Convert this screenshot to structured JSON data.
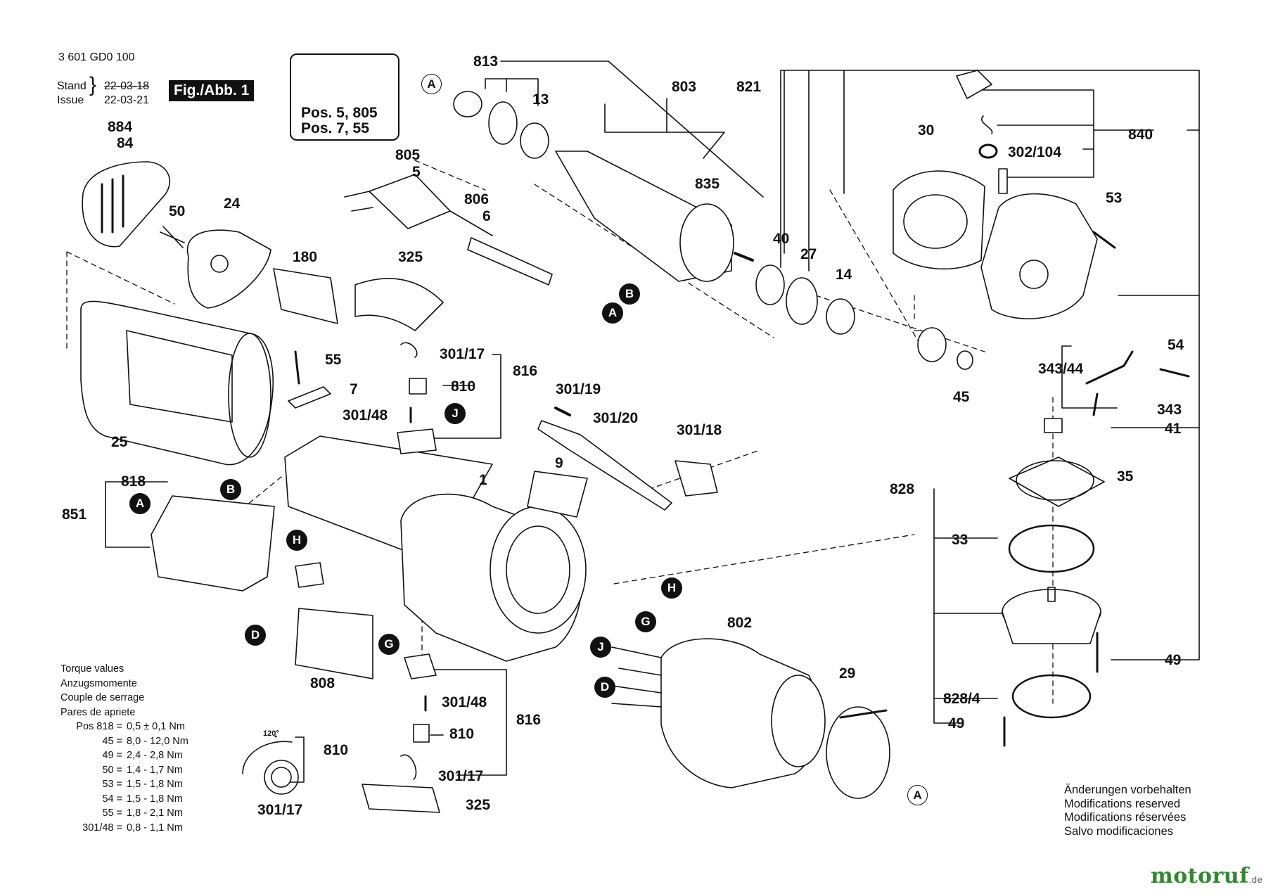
{
  "header": {
    "doc_number": "3 601 GD0 100",
    "stand_label": "Stand",
    "issue_label": "Issue",
    "stand_date": "22-03-18",
    "issue_date": "22-03-21",
    "figure_label": "Fig./Abb. 1"
  },
  "warning_box": {
    "line1": "Pos. 5, 805",
    "line2": "Pos. 7, 55",
    "icons": [
      "warning-triangle-icon",
      "read-manual-icon"
    ]
  },
  "callouts": {
    "c813": "813",
    "c803": "803",
    "c821": "821",
    "c13": "13",
    "c835": "835",
    "c805": "805",
    "c5": "5",
    "c806": "806",
    "c6": "6",
    "c884": "884",
    "c84": "84",
    "c50": "50",
    "c24": "24",
    "c180": "180",
    "c325a": "325",
    "c40": "40",
    "c27": "27",
    "c14": "14",
    "c30": "30",
    "c840": "840",
    "c302_104": "302/104",
    "c53": "53",
    "c55": "55",
    "c7": "7",
    "c301_17a": "301/17",
    "c816a": "816",
    "c810a": "810",
    "c301_48a": "301/48",
    "c301_19": "301/19",
    "c301_20": "301/20",
    "c301_18": "301/18",
    "c25": "25",
    "c1": "1",
    "c9": "9",
    "c818": "818",
    "c851": "851",
    "c343_44": "343/44",
    "c45": "45",
    "c54": "54",
    "c343": "343",
    "c41": "41",
    "c828": "828",
    "c35": "35",
    "c33": "33",
    "c49a": "49",
    "c828_4": "828/4",
    "c49b": "49",
    "c802": "802",
    "c808": "808",
    "c301_48b": "301/48",
    "c816b": "816",
    "c810b": "810",
    "c810c": "810",
    "c301_17b": "301/17",
    "c301_17c": "301/17",
    "c325b": "325",
    "c29": "29",
    "c120deg": "120°"
  },
  "connectors": {
    "A": "A",
    "B": "B",
    "J": "J",
    "H": "H",
    "D": "D",
    "G": "G"
  },
  "torque": {
    "titles": [
      "Torque values",
      "Anzugsmomente",
      "Couple de serrage",
      "Pares de apriete"
    ],
    "rows": [
      {
        "pos": "Pos 818 =",
        "value": "0,5 ± 0,1 Nm"
      },
      {
        "pos": "45 =",
        "value": "8,0 - 12,0 Nm"
      },
      {
        "pos": "49 =",
        "value": "2,4 - 2,8 Nm"
      },
      {
        "pos": "50 =",
        "value": "1,4 - 1,7 Nm"
      },
      {
        "pos": "53 =",
        "value": "1,5 - 1,8 Nm"
      },
      {
        "pos": "54 =",
        "value": "1,5 - 1,8 Nm"
      },
      {
        "pos": "55 =",
        "value": "1,8 - 2,1 Nm"
      },
      {
        "pos": "301/48 =",
        "value": "0,8 - 1,1 Nm"
      }
    ]
  },
  "disclaimer": {
    "de": "Änderungen vorbehalten",
    "en": "Modifications reserved",
    "fr": "Modifications réservées",
    "es": "Salvo modificaciones"
  },
  "watermark": {
    "brand": "motoruf",
    "suffix": ".de"
  }
}
